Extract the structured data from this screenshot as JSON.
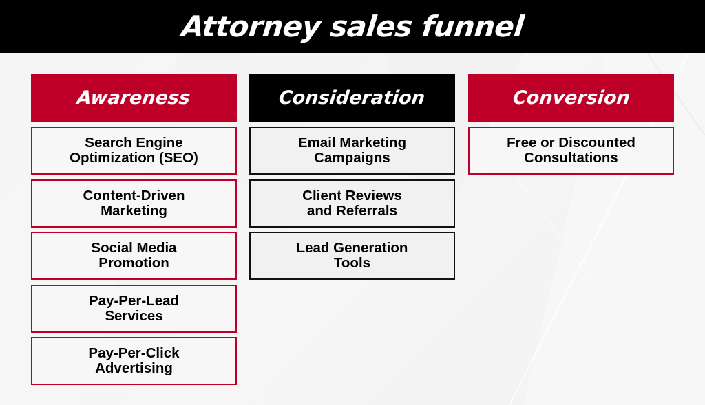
{
  "title": "Attorney sales funnel",
  "colors": {
    "accent_red": "#be0028",
    "header_black": "#000000",
    "background": "#f3f3f3",
    "text_dark": "#000000",
    "text_light": "#ffffff"
  },
  "columns": [
    {
      "label": "Awareness",
      "header_color": "#be0028",
      "border_color": "#be0028",
      "items": [
        {
          "label": "Search Engine\nOptimization (SEO)"
        },
        {
          "label": "Content-Driven\nMarketing"
        },
        {
          "label": "Social Media\nPromotion"
        },
        {
          "label": "Pay-Per-Lead\nServices"
        },
        {
          "label": "Pay-Per-Click\nAdvertising"
        }
      ]
    },
    {
      "label": "Consideration",
      "header_color": "#000000",
      "border_color": "#111111",
      "items": [
        {
          "label": "Email Marketing\nCampaigns"
        },
        {
          "label": "Client Reviews\nand Referrals"
        },
        {
          "label": "Lead Generation\nTools"
        }
      ]
    },
    {
      "label": "Conversion",
      "header_color": "#be0028",
      "border_color": "#be0028",
      "items": [
        {
          "label": "Free or Discounted\nConsultations"
        }
      ]
    }
  ]
}
